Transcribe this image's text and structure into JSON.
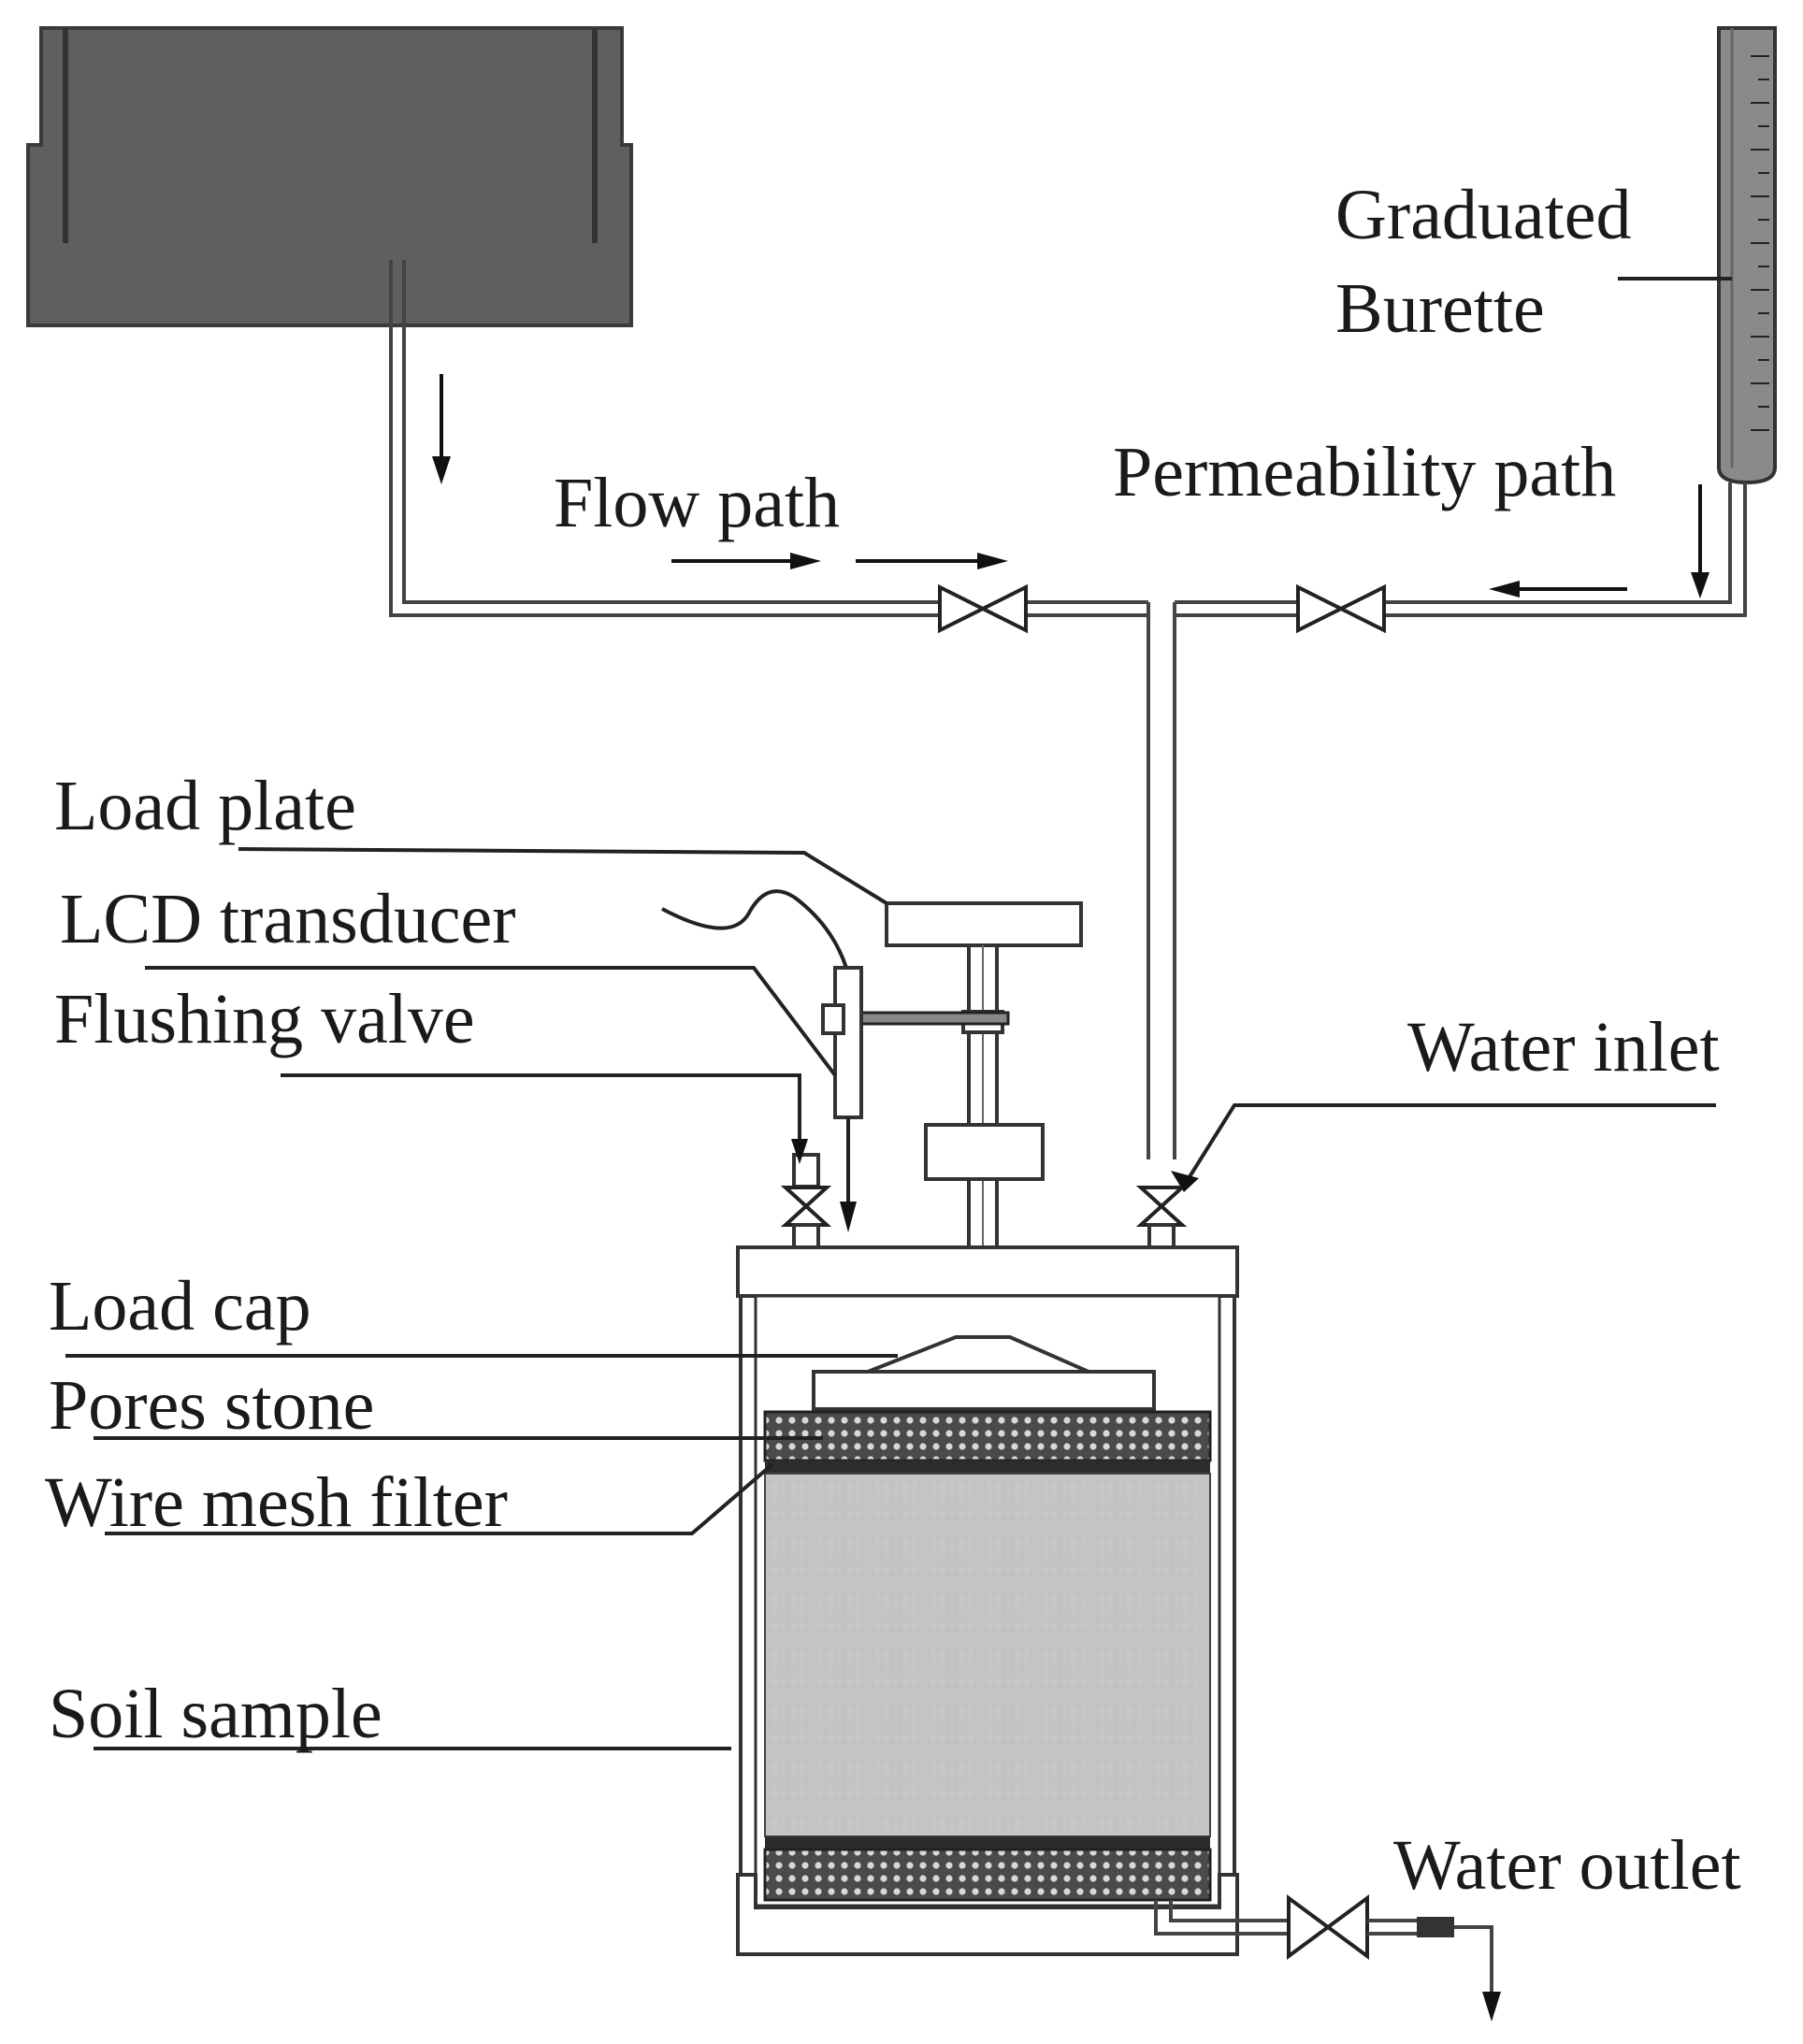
{
  "labels": {
    "graduated": "Graduated",
    "burette": "Burette",
    "permeability_path": "Permeability path",
    "flow_path": "Flow path",
    "load_plate": "Load plate",
    "lcd_transducer": "LCD transducer",
    "flushing_valve": "Flushing valve",
    "water_inlet": "Water inlet",
    "load_cap": "Load cap",
    "pores_stone": "Pores stone",
    "wire_mesh_filter": "Wire mesh filter",
    "soil_sample": "Soil sample",
    "water_outlet": "Water outlet"
  },
  "colors": {
    "reservoir": "#5f5f5f",
    "soil": "#c4c4c4",
    "pores_stone": "#4a4a4a",
    "line": "#333333"
  }
}
